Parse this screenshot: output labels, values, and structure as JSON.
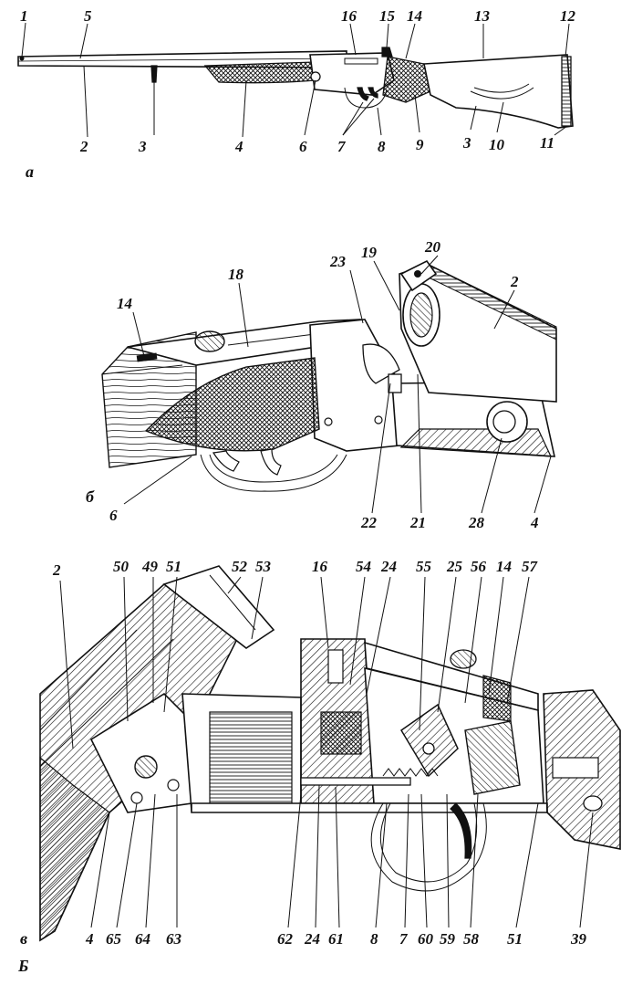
{
  "figure_letter": "Б",
  "panels": [
    {
      "id": "a",
      "letter": "а",
      "labels": [
        "1",
        "5",
        "2",
        "3",
        "4",
        "6",
        "7",
        "8",
        "9",
        "3",
        "10",
        "11",
        "12",
        "13",
        "14",
        "15",
        "16"
      ]
    },
    {
      "id": "b",
      "letter": "б",
      "labels": [
        "14",
        "18",
        "23",
        "19",
        "20",
        "2",
        "6",
        "22",
        "21",
        "28",
        "4"
      ]
    },
    {
      "id": "c",
      "letter": "в",
      "top_labels": [
        "2",
        "50",
        "49",
        "51",
        "52",
        "53",
        "16",
        "54",
        "24",
        "55",
        "25",
        "56",
        "14",
        "57"
      ],
      "bottom_labels": [
        "4",
        "65",
        "64",
        "63",
        "62",
        "24",
        "61",
        "8",
        "7",
        "60",
        "59",
        "58",
        "51",
        "39"
      ]
    }
  ],
  "colors": {
    "ink": "#111111",
    "paper": "#ffffff"
  }
}
